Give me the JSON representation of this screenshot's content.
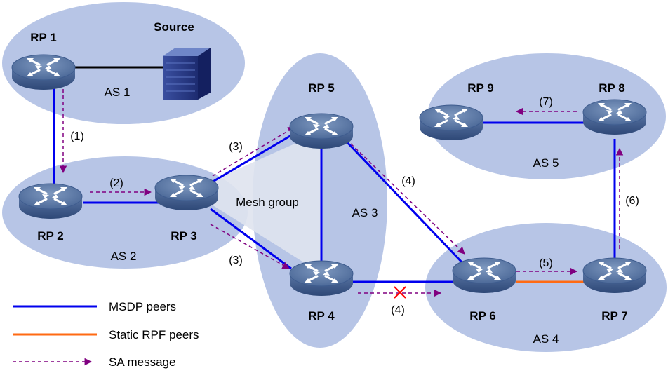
{
  "routers": [
    {
      "id": "rp1",
      "label": "RP 1"
    },
    {
      "id": "rp2",
      "label": "RP 2"
    },
    {
      "id": "rp3",
      "label": "RP 3"
    },
    {
      "id": "rp4",
      "label": "RP 4"
    },
    {
      "id": "rp5",
      "label": "RP 5"
    },
    {
      "id": "rp6",
      "label": "RP 6"
    },
    {
      "id": "rp7",
      "label": "RP 7"
    },
    {
      "id": "rp8",
      "label": "RP 8"
    },
    {
      "id": "rp9",
      "label": "RP 9"
    }
  ],
  "source_label": "Source",
  "as_labels": {
    "as1": "AS 1",
    "as2": "AS 2",
    "as3": "AS 3",
    "as4": "AS 4",
    "as5": "AS 5"
  },
  "mesh_group_label": "Mesh group",
  "steps": {
    "s1": "(1)",
    "s2": "(2)",
    "s3a": "(3)",
    "s3b": "(3)",
    "s4a": "(4)",
    "s4b": "(4)",
    "s5": "(5)",
    "s6": "(6)",
    "s7": "(7)"
  },
  "legend": {
    "msdp": "MSDP peers",
    "static_rpf": "Static RPF peers",
    "sa": "SA message"
  },
  "colors": {
    "msdp_line": "#0000ee",
    "static_rpf_line": "#ff6a13",
    "sa_arrow": "#800080",
    "as_region": "#b7c5e6",
    "mesh_region": "#dfe3ee",
    "blocked_mark": "#ff0000"
  }
}
